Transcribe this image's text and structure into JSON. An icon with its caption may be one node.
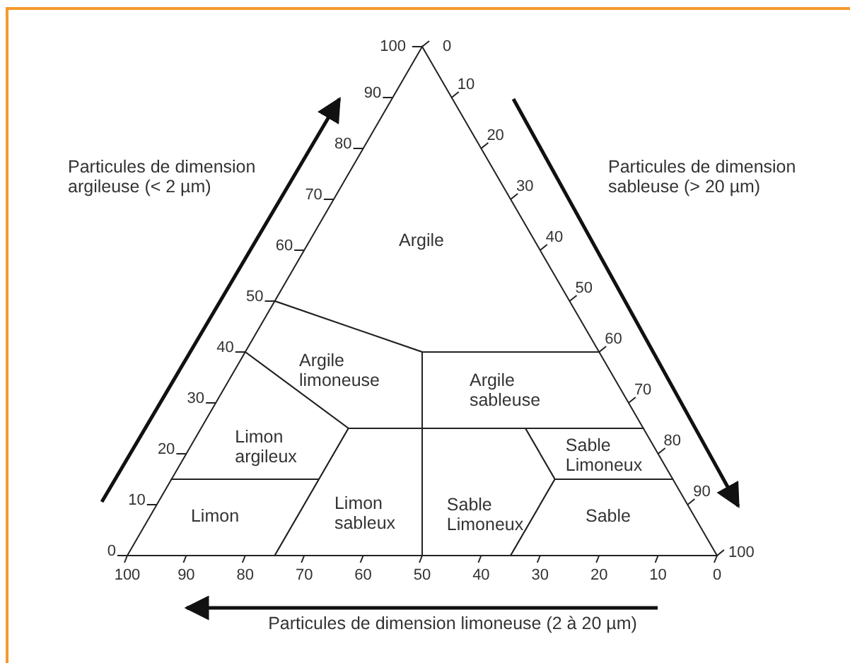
{
  "diagram": {
    "nodes": [
      {
        "text": [
          "Argile"
        ]
      },
      {
        "text": [
          "Argile limoneuse"
        ]
      },
      {
        "text": [
          "Argile sableuse"
        ]
      },
      {
        "text": [
          "Limon argileux"
        ]
      },
      {
        "text": [
          "Sable Limoneux"
        ]
      },
      {
        "text": [
          "Limon"
        ]
      },
      {
        "text": [
          "Limon sableux"
        ]
      },
      {
        "text": [
          "Sable Limoneux"
        ]
      },
      {
        "text": [
          "Sable"
        ]
      }
    ],
    "labels": [
      "100",
      "0",
      "90",
      "80",
      "70",
      "60",
      "50",
      "40",
      "30",
      "20",
      "10",
      "0",
      "10",
      "20",
      "30",
      "40",
      "50",
      "60",
      "70",
      "80",
      "90",
      "100",
      "Particules de dimension argileuse (< 2 µm)",
      "Particules de dimension sableuse (> 20 µm)",
      "100",
      "90",
      "80",
      "70",
      "60",
      "50",
      "40",
      "30",
      "20",
      "10",
      "0",
      "Particules de dimension limoneuse (2 à 20 µm)"
    ]
  }
}
